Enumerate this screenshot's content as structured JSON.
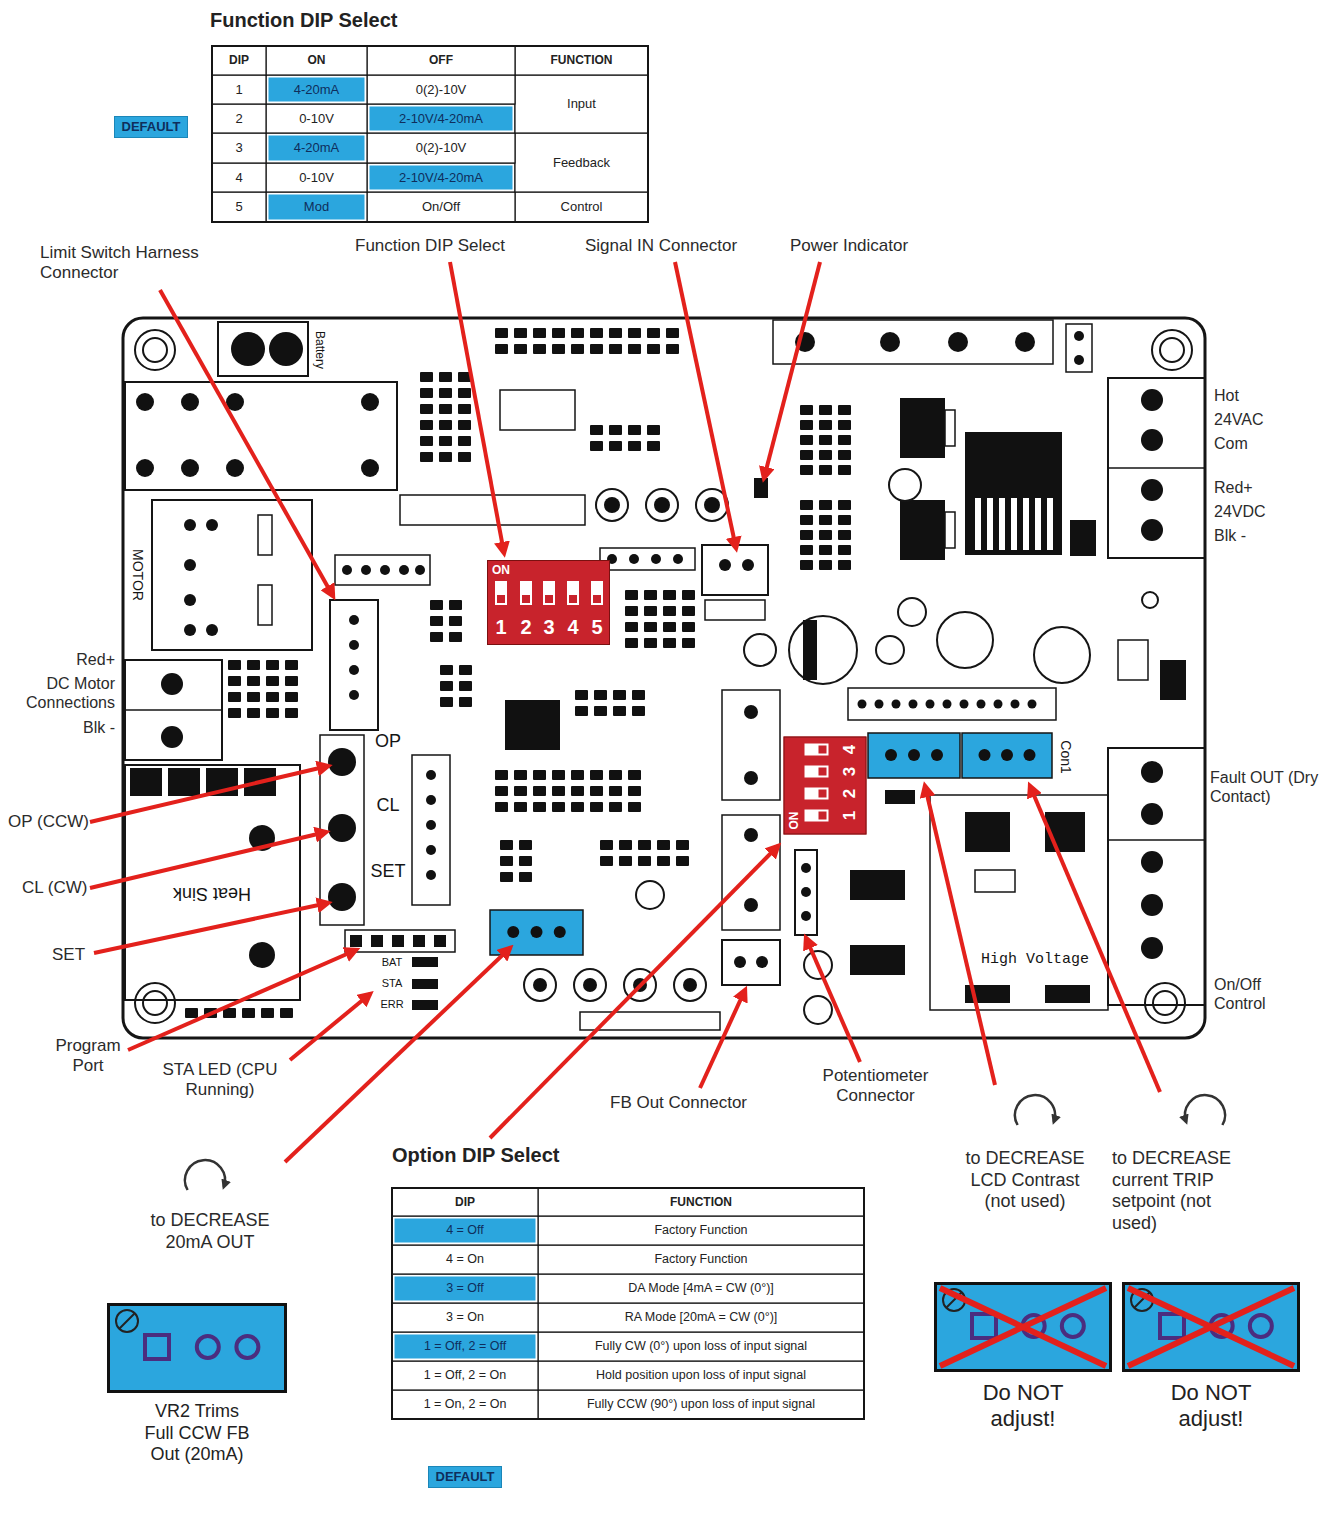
{
  "diagram": {
    "nodes": [
      {
        "text": [
          "DEFAULT"
        ]
      },
      {
        "text": [
          "ON",
          "1",
          "2",
          "3",
          "4",
          "5"
        ]
      },
      {
        "text": [
          "ON",
          "1",
          "2",
          "3",
          "4"
        ]
      },
      {
        "text": [
          "VR2 Trims Full CCW FB Out (20mA)"
        ]
      },
      {
        "text": [
          "Do NOT adjust!"
        ]
      },
      {
        "text": [
          "Do NOT adjust!"
        ]
      },
      {
        "text": [
          "DEFAULT"
        ]
      }
    ],
    "labels": [
      "Function DIP Select",
      "DIP",
      "ON",
      "OFF",
      "FUNCTION",
      "1",
      "4-20mA",
      "0(2)-10V",
      "Input",
      "2",
      "0-10V",
      "2-10V/4-20mA",
      "3",
      "4-20mA",
      "0(2)-10V",
      "Feedback",
      "4",
      "0-10V",
      "2-10V/4-20mA",
      "5",
      "Mod",
      "On/Off",
      "Control",
      "Limit Switch Harness Connector",
      "Function DIP Select",
      "Signal IN Connector",
      "Power Indicator",
      "Hot",
      "24VAC",
      "Com",
      "Red+",
      "24VDC",
      "Blk -",
      "Red+",
      "DC Motor Connections",
      "Blk -",
      "Fault OUT (Dry Contact)",
      "On/Off Control",
      "OP (CCW)",
      "CL (CW)",
      "SET",
      "Program Port",
      "STA LED (CPU Running)",
      "FB Out Connector",
      "Potentiometer Connector",
      "to DECREASE 20mA OUT",
      "to DECREASE LCD Contrast (not used)",
      "to DECREASE current TRIP setpoint (not used)",
      "Option DIP Select",
      "DIP",
      "FUNCTION",
      "4 = Off",
      "Factory Function",
      "4 = On",
      "Factory Function",
      "3 = Off",
      "DA Mode [4mA = CW (0°)]",
      "3 = On",
      "RA Mode [20mA = CW (0°)]",
      "1 = Off, 2 = Off",
      "Fully CW (0°) upon loss of input signal",
      "1 = Off, 2 = On",
      "Hold position upon loss of input signal",
      "1 = On, 2 = On",
      "Fully CCW (90°) upon loss of input signal",
      "Battery",
      "MOTOR",
      "OP",
      "CL",
      "SET",
      "Heat Sink",
      "High Voltage",
      "Con1",
      "BAT",
      "STA",
      "ERR"
    ]
  }
}
